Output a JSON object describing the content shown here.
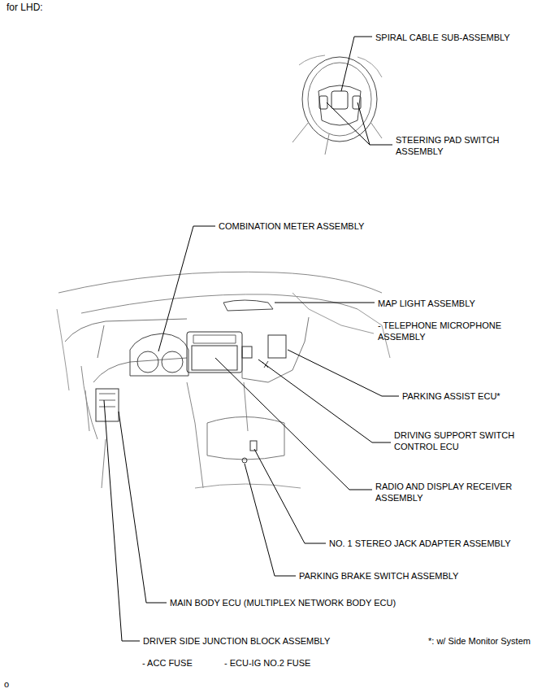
{
  "diagram": {
    "title": "for LHD:",
    "labels": [
      "SPIRAL CABLE SUB-ASSEMBLY",
      "STEERING PAD SWITCH ASSEMBLY",
      "COMBINATION METER ASSEMBLY",
      "MAP LIGHT ASSEMBLY",
      "- TELEPHONE MICROPHONE ASSEMBLY",
      "PARKING ASSIST ECU*",
      "DRIVING SUPPORT SWITCH CONTROL ECU",
      "RADIO AND DISPLAY RECEIVER ASSEMBLY",
      "NO. 1 STEREO JACK ADAPTER ASSEMBLY",
      "PARKING BRAKE SWITCH ASSEMBLY",
      "MAIN BODY ECU (MULTIPLEX NETWORK BODY ECU)",
      "DRIVER SIDE JUNCTION BLOCK ASSEMBLY",
      "- ACC FUSE",
      "- ECU-IG NO.2 FUSE",
      "*: w/ Side Monitor System",
      "o"
    ]
  }
}
